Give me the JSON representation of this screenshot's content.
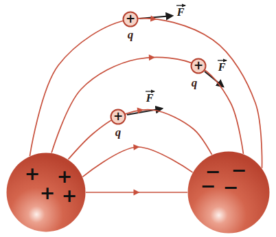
{
  "diagram": {
    "nodes": [
      {
        "text": [
          "+",
          "q"
        ]
      },
      {
        "text": [
          "+",
          "q"
        ]
      },
      {
        "text": [
          "+",
          "q"
        ]
      },
      {
        "text": [
          "+",
          "+",
          "+",
          "+"
        ]
      },
      {
        "text": [
          "−",
          "−",
          "−",
          "−"
        ]
      }
    ],
    "edges": [
      {
        "from": 3,
        "to": 4,
        "arrow": "to"
      },
      {
        "from": 3,
        "to": 4,
        "arrow": "to"
      },
      {
        "from": 3,
        "to": 4,
        "arrow": "to"
      },
      {
        "from": 3,
        "to": 4,
        "arrow": "to"
      },
      {
        "from": 3,
        "to": 4,
        "arrow": "to"
      }
    ],
    "labels": [
      "F",
      "F",
      "F"
    ]
  }
}
